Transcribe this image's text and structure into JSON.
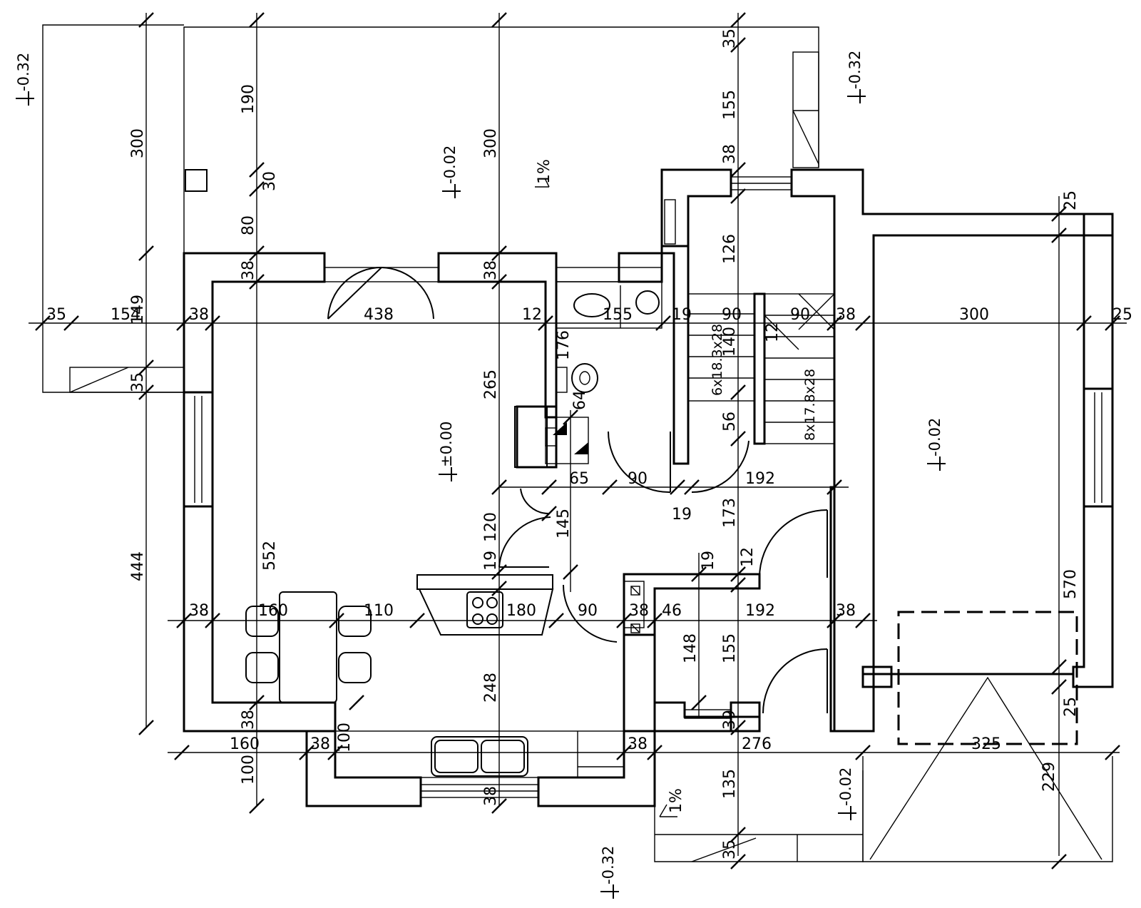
{
  "levels": {
    "ext_nw": "-0.32",
    "ext_ne": "-0.32",
    "ext_s": "-0.32",
    "terrace_n": "-0.02",
    "main_hall": "±0.00",
    "garage": "-0.02",
    "garage_front": "-0.02"
  },
  "slopes": {
    "terrace": "1%",
    "entrance": "1%"
  },
  "stairs": {
    "flight_a": "6x18.3x28",
    "flight_b": "8x17.8x28"
  },
  "dimensions": {
    "d_300_left": "300",
    "d_190": "190",
    "d_30": "30",
    "d_80": "80",
    "d_38_top_a": "38",
    "d_300_mid": "300",
    "d_38_top_b": "38",
    "d_35_top": "35",
    "d_155_top": "155",
    "d_38_top_c": "38",
    "d_126": "126",
    "d_25_tr": "25",
    "d_35_h": "35",
    "d_154": "154",
    "d_149": "149",
    "d_38_h1": "38",
    "d_438": "438",
    "d_12_h": "12",
    "d_155_h": "155",
    "d_19_h": "19",
    "d_90_h1": "90",
    "d_90_h2": "90",
    "d_38_h2": "38",
    "d_300_h": "300",
    "d_25_h": "25",
    "d_176": "176",
    "d_12_v": "12",
    "d_140": "140",
    "d_35_v": "35",
    "d_265": "265",
    "d_64": "64",
    "d_56": "56",
    "d_65": "65",
    "d_90_mid": "90",
    "d_192_a": "192",
    "d_19_b": "19",
    "d_173": "173",
    "d_145": "145",
    "d_120": "120",
    "d_19_c": "19",
    "d_19_d": "19",
    "d_12_d": "12",
    "d_444": "444",
    "d_552": "552",
    "d_570": "570",
    "d_38_low1": "38",
    "d_160_low": "160",
    "d_110": "110",
    "d_180": "180",
    "d_90_low": "90",
    "d_38_low2": "38",
    "d_46": "46",
    "d_192_b": "192",
    "d_38_low3": "38",
    "d_148": "148",
    "d_155_low": "155",
    "d_248": "248",
    "d_38_btm1": "38",
    "d_160_btm": "160",
    "d_38_btm2": "38",
    "d_100_v": "100",
    "d_38_btm3": "38",
    "d_276": "276",
    "d_325": "325",
    "d_25_low": "25",
    "d_100_btm": "100",
    "d_38_btm4": "38",
    "d_135": "135",
    "d_229": "229",
    "d_35_btm": "35",
    "d_39": "39"
  }
}
